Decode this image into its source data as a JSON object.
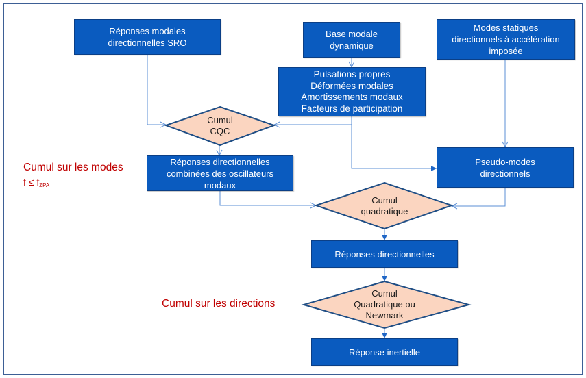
{
  "colors": {
    "box_fill": "#0a5bbf",
    "box_border": "#0b3f86",
    "diamond_fill": "#fbd5c0",
    "diamond_border": "#1f4e85",
    "connector": "#5b8fd6",
    "annotation": "#c00000",
    "frame": "#3d5f95"
  },
  "boxes": {
    "sro": {
      "lines": [
        "Réponses modales",
        "directionnelles SRO"
      ]
    },
    "base": {
      "lines": [
        "Base modale",
        "dynamique"
      ]
    },
    "modal_data": {
      "lines": [
        "Pulsations propres",
        "Déformées modales",
        "Amortissements modaux",
        "Facteurs de participation"
      ]
    },
    "static": {
      "lines": [
        "Modes statiques",
        "directionnels à accélération",
        "imposée"
      ]
    },
    "combined": {
      "lines": [
        "Réponses directionnelles",
        "combinées des oscillateurs",
        "modaux"
      ]
    },
    "pseudo": {
      "lines": [
        "Pseudo-modes",
        "directionnels"
      ]
    },
    "directional": {
      "lines": [
        "Réponses directionnelles"
      ]
    },
    "inertial": {
      "lines": [
        "Réponse inertielle"
      ]
    }
  },
  "decisions": {
    "cqc": {
      "lines": [
        "Cumul",
        "CQC"
      ]
    },
    "quadratic": {
      "lines": [
        "Cumul",
        "quadratique"
      ]
    },
    "direction": {
      "lines": [
        "Cumul",
        "Quadratique ou",
        "Newmark"
      ]
    }
  },
  "annotations": {
    "modes_title": "Cumul sur les modes",
    "modes_condition_prefix": "f ≤ f",
    "modes_condition_sub": "ZPA",
    "directions_title": "Cumul sur les directions"
  }
}
